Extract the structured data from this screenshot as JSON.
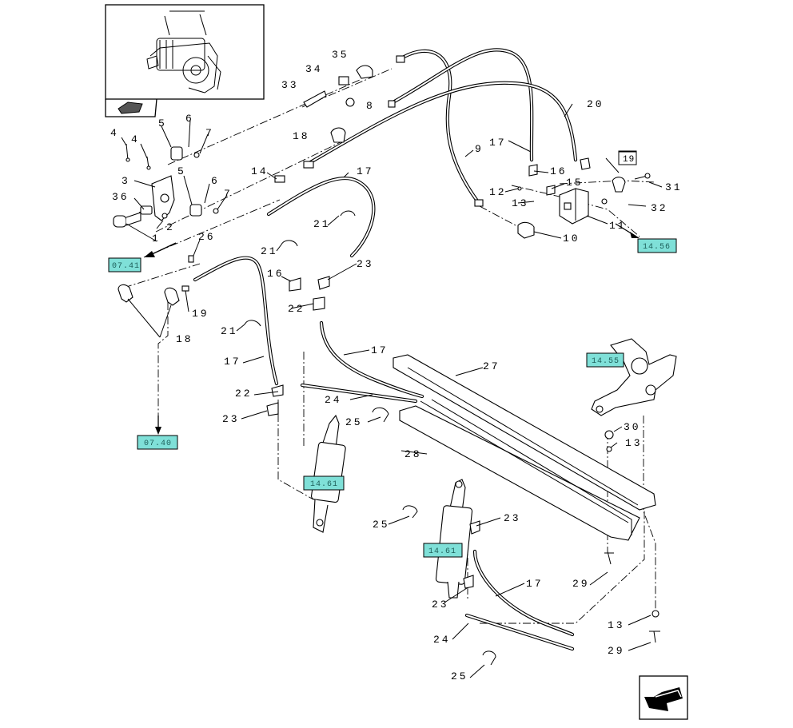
{
  "callouts": [
    {
      "text": "35"
    },
    {
      "text": "34"
    },
    {
      "text": "33"
    },
    {
      "text": "8"
    },
    {
      "text": "18"
    },
    {
      "text": "6"
    },
    {
      "text": "5"
    },
    {
      "text": "7"
    },
    {
      "text": "4"
    },
    {
      "text": "4"
    },
    {
      "text": "5"
    },
    {
      "text": "6"
    },
    {
      "text": "7"
    },
    {
      "text": "3"
    },
    {
      "text": "36"
    },
    {
      "text": "2"
    },
    {
      "text": "1"
    },
    {
      "text": "14"
    },
    {
      "text": "17"
    },
    {
      "text": "26"
    },
    {
      "text": "21"
    },
    {
      "text": "21"
    },
    {
      "text": "16"
    },
    {
      "text": "23"
    },
    {
      "text": "22"
    },
    {
      "text": "19"
    },
    {
      "text": "18"
    },
    {
      "text": "21"
    },
    {
      "text": "17"
    },
    {
      "text": "22"
    },
    {
      "text": "23"
    },
    {
      "text": "17"
    },
    {
      "text": "24"
    },
    {
      "text": "25"
    },
    {
      "text": "27"
    },
    {
      "text": "28"
    },
    {
      "text": "20"
    },
    {
      "text": "17"
    },
    {
      "text": "9"
    },
    {
      "text": "16"
    },
    {
      "text": "15"
    },
    {
      "text": "12"
    },
    {
      "text": "13"
    },
    {
      "text": "11"
    },
    {
      "text": "10"
    },
    {
      "text": "31"
    },
    {
      "text": "32"
    },
    {
      "text": "30"
    },
    {
      "text": "13"
    },
    {
      "text": "25"
    },
    {
      "text": "23"
    },
    {
      "text": "23"
    },
    {
      "text": "17"
    },
    {
      "text": "29"
    },
    {
      "text": "24"
    },
    {
      "text": "13"
    },
    {
      "text": "29"
    },
    {
      "text": "25"
    }
  ],
  "boxed_callout": {
    "text": "19"
  },
  "references": [
    {
      "text": "07.41"
    },
    {
      "text": "07.40"
    },
    {
      "text": "14.56"
    },
    {
      "text": "14.55"
    },
    {
      "text": "14.61"
    },
    {
      "text": "14.61"
    }
  ]
}
